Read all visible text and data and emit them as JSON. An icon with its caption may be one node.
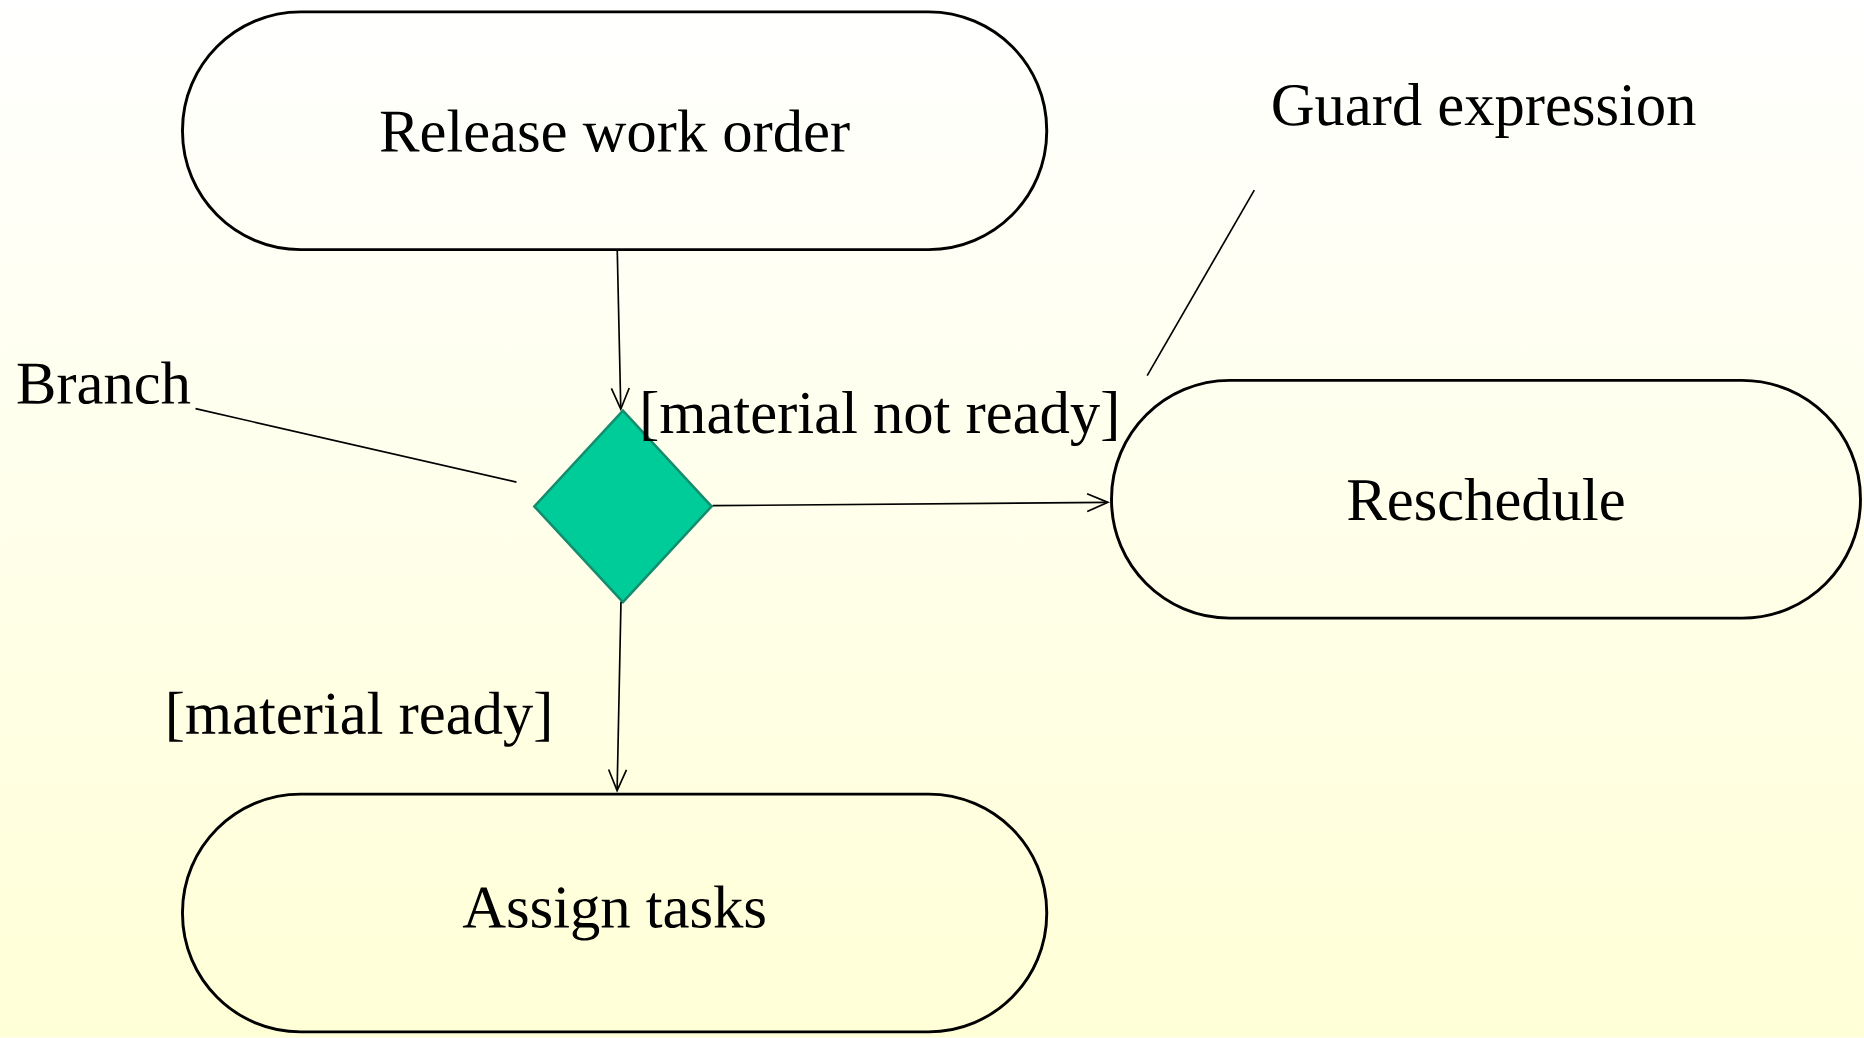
{
  "diagram": {
    "nodes": [
      {
        "text": [
          "Release work order"
        ]
      },
      {
        "text": [],
        "shape": "diamond"
      },
      {
        "text": [
          "Reschedule"
        ]
      },
      {
        "text": [
          "Assign tasks"
        ]
      },
      {
        "text": [
          "Branch"
        ]
      },
      {
        "text": [
          "Guard expression"
        ]
      }
    ],
    "edges": [
      {
        "from": 0,
        "to": 1,
        "arrow": "to"
      },
      {
        "from": 1,
        "to": 2,
        "arrow": "to",
        "label": "[material not ready]"
      },
      {
        "from": 1,
        "to": 3,
        "arrow": "to",
        "label": "[material ready]"
      },
      {
        "from": 4,
        "to": 1,
        "arrow": "none"
      },
      {
        "from": 5,
        "to": null,
        "arrow": "none"
      }
    ]
  }
}
